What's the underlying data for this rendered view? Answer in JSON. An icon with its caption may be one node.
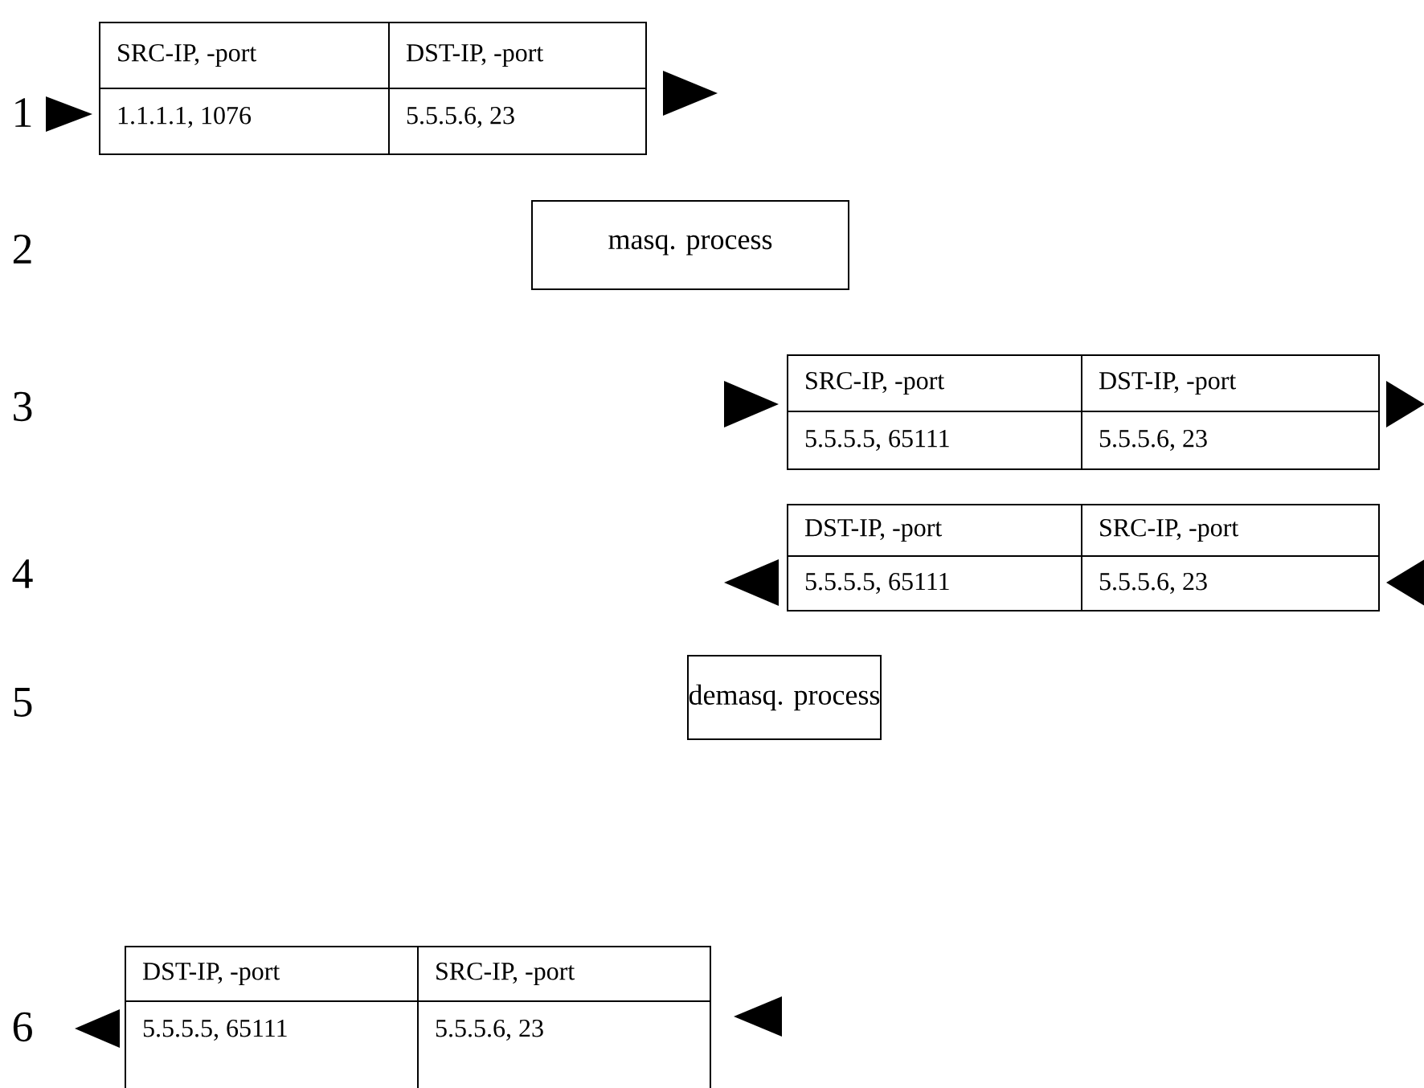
{
  "diagram": {
    "nodes": [
      {
        "text": [
          "SRC-IP, -port",
          "DST-IP, -port",
          "1.1.1.1, 1076",
          "5.5.5.6, 23"
        ]
      },
      {
        "text": [
          "masq. process"
        ]
      },
      {
        "text": [
          "SRC-IP, -port",
          "DST-IP, -port",
          "5.5.5.5, 65111",
          "5.5.5.6, 23"
        ]
      },
      {
        "text": [
          "DST-IP, -port",
          "SRC-IP, -port",
          "5.5.5.5, 65111",
          "5.5.5.6, 23"
        ]
      },
      {
        "text": [
          "demasq. process"
        ]
      },
      {
        "text": [
          "DST-IP, -port",
          "SRC-IP, -port",
          "5.5.5.5, 65111",
          "5.5.5.6, 23"
        ]
      }
    ],
    "edges": [
      {
        "from": null,
        "to": 0,
        "arrow": "to"
      },
      {
        "from": 0,
        "to": null,
        "arrow": "to"
      },
      {
        "from": null,
        "to": 2,
        "arrow": "to"
      },
      {
        "from": 2,
        "to": null,
        "arrow": "to"
      },
      {
        "from": 3,
        "to": null,
        "arrow": "to"
      },
      {
        "from": null,
        "to": 3,
        "arrow": "to"
      },
      {
        "from": 5,
        "to": null,
        "arrow": "to"
      },
      {
        "from": null,
        "to": 5,
        "arrow": "to"
      }
    ],
    "labels": [
      "1",
      "2",
      "3",
      "4",
      "5",
      "6"
    ]
  }
}
